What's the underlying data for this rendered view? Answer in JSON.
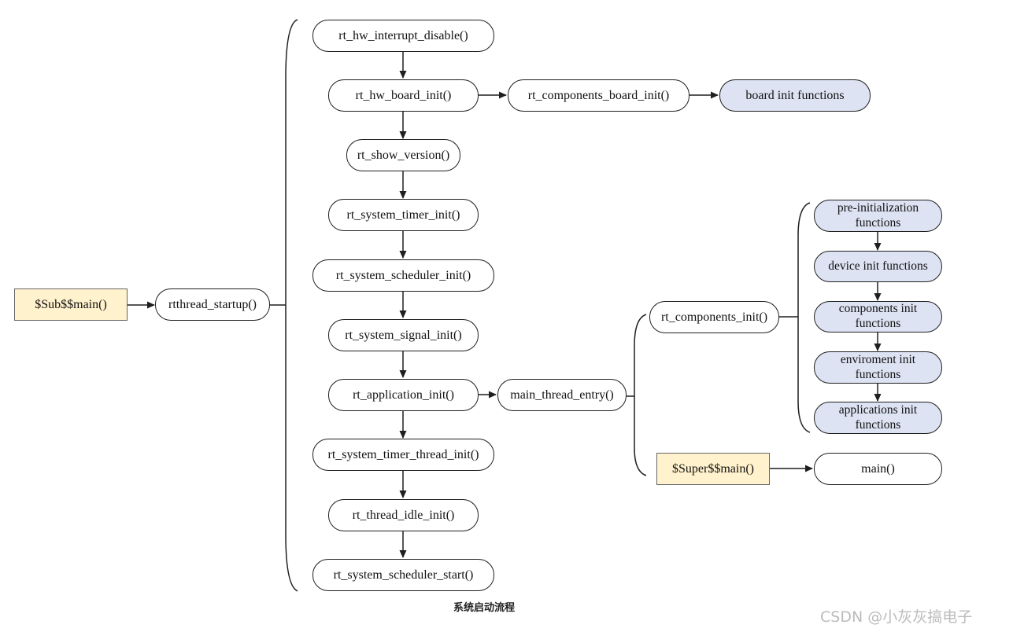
{
  "nodes": {
    "sub_main": "$Sub$$main()",
    "rtthread_startup": "rtthread_startup()",
    "hw_interrupt_disable": "rt_hw_interrupt_disable()",
    "hw_board_init": "rt_hw_board_init()",
    "components_board_init": "rt_components_board_init()",
    "board_init_functions": "board init functions",
    "show_version": "rt_show_version()",
    "system_timer_init": "rt_system_timer_init()",
    "system_scheduler_init": "rt_system_scheduler_init()",
    "system_signal_init": "rt_system_signal_init()",
    "application_init": "rt_application_init()",
    "main_thread_entry": "main_thread_entry()",
    "system_timer_thread_init": "rt_system_timer_thread_init()",
    "thread_idle_init": "rt_thread_idle_init()",
    "system_scheduler_start": "rt_system_scheduler_start()",
    "components_init": "rt_components_init()",
    "pre_init_functions": "pre-initialization\nfunctions",
    "device_init_functions": "device init functions",
    "components_init_functions": "components init\nfunctions",
    "enviroment_init_functions": "enviroment init\nfunctions",
    "applications_init_functions": "applications init\nfunctions",
    "super_main": "$Super$$main()",
    "main": "main()"
  },
  "caption": "系统启动流程",
  "watermark": "CSDN @小灰灰搞电子",
  "colors": {
    "line": "#1f1f1f",
    "highlight_fill": "#dde3f3",
    "entry_fill": "#fff2cc"
  }
}
